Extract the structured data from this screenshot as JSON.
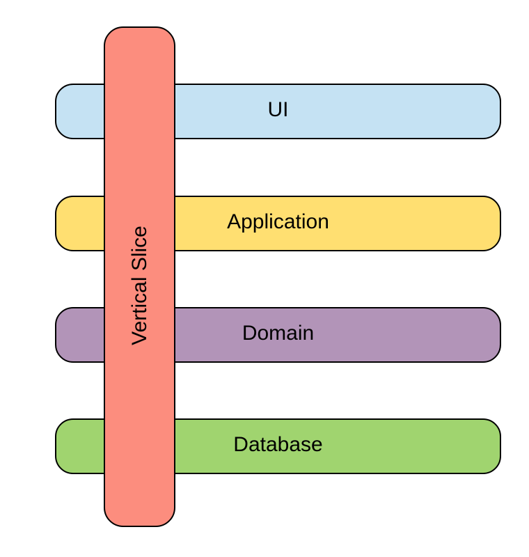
{
  "diagram": {
    "title": "Vertical Slice architecture diagram",
    "background_color": "#ffffff",
    "stroke_color": "#000000",
    "text_color": "#000000",
    "vertical_slice": {
      "label": "Vertical Slice",
      "fill": "#FC8D7E"
    },
    "layers": [
      {
        "label": "UI",
        "fill": "#C5E2F3"
      },
      {
        "label": "Application",
        "fill": "#FFDF71"
      },
      {
        "label": "Domain",
        "fill": "#B294B8"
      },
      {
        "label": "Database",
        "fill": "#A0D46F"
      }
    ]
  }
}
